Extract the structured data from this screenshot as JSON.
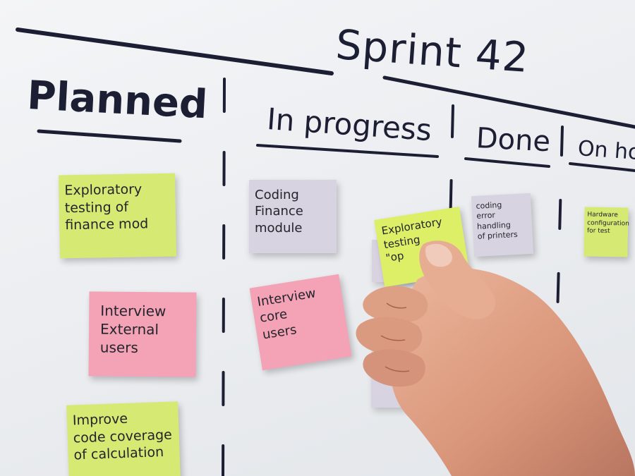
{
  "board": {
    "title": "Sprint 42",
    "columns": [
      {
        "label": "Planned"
      },
      {
        "label": "In progress"
      },
      {
        "label": "Done"
      },
      {
        "label": "On hold"
      }
    ]
  },
  "notes": [
    {
      "text": "Exploratory\ntesting of\nfinance mod",
      "color": "#d6ea73"
    },
    {
      "text": "Interview\nExternal\nusers",
      "color": "#f4a3b7"
    },
    {
      "text": "Improve\ncode coverage\nof calculation",
      "color": "#d6ea73"
    },
    {
      "text": "Coding\nFinance\nmodule",
      "color": "#d8d3e0"
    },
    {
      "text": "Interview\ncore\nusers",
      "color": "#f4a3b7"
    },
    {
      "text": "coding\nerror handling\nof printers",
      "color": "#d8d3e0"
    },
    {
      "text": "Hardware\nconfiguration\nfor test",
      "color": "#d6ea73"
    },
    {
      "text": "Exploratory\ntesting\n\"op",
      "color": "#dcef66"
    }
  ],
  "colors": {
    "board": "#eef0f3",
    "marker": "#1c1f33",
    "skin": "#e0a48c"
  }
}
